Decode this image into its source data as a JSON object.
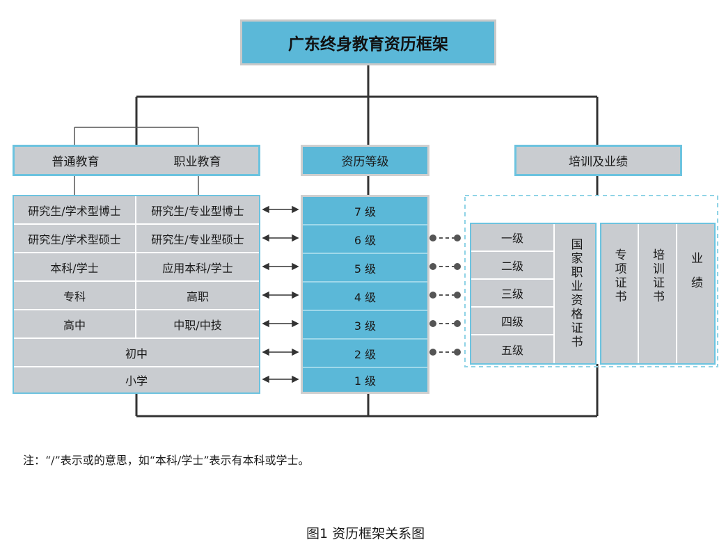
{
  "title": "广东终身教育资历框架",
  "headers": {
    "general": "普通教育",
    "vocational": "职业教育",
    "levels": "资历等级",
    "training": "培训及业绩"
  },
  "left_rows": [
    {
      "general": "研究生/学术型博士",
      "vocational": "研究生/专业型博士"
    },
    {
      "general": "研究生/学术型硕士",
      "vocational": "研究生/专业型硕士"
    },
    {
      "general": "本科/学士",
      "vocational": "应用本科/学士"
    },
    {
      "general": "专科",
      "vocational": "高职"
    },
    {
      "general": "高中",
      "vocational": "中职/中技"
    },
    {
      "merged": "初中"
    },
    {
      "merged": "小学"
    }
  ],
  "levels": [
    "7 级",
    "6 级",
    "5 级",
    "4 级",
    "3 级",
    "2 级",
    "1 级"
  ],
  "grades": [
    "一级",
    "二级",
    "三级",
    "四级",
    "五级"
  ],
  "vertical": {
    "national_cert": "国家职业资格证书",
    "special_cert": "专项证书",
    "training_cert": "培训证书",
    "performance": "业绩"
  },
  "note": "注：“/”表示或的意思，如“本科/学士”表示有本科或学士。",
  "caption": "图1  资历框架关系图",
  "colors": {
    "accent_blue": "#5bb8d8",
    "gray": "#c9ccd0",
    "line": "#333333"
  }
}
